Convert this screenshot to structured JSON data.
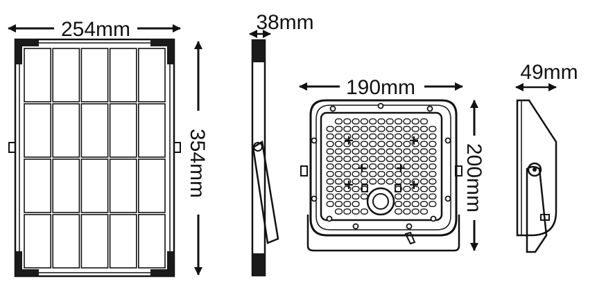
{
  "dimensions": {
    "panel_width": "254mm",
    "panel_height": "354mm",
    "panel_thickness": "38mm",
    "light_width": "190mm",
    "light_height": "200mm",
    "light_depth": "49mm"
  },
  "colors": {
    "line": "#111111",
    "background": "#ffffff",
    "fill_dark": "#1a1a1a"
  },
  "panel_grid": {
    "columns": 5,
    "rows": 4
  },
  "lens_grid": {
    "columns": 13,
    "rows": 13
  }
}
